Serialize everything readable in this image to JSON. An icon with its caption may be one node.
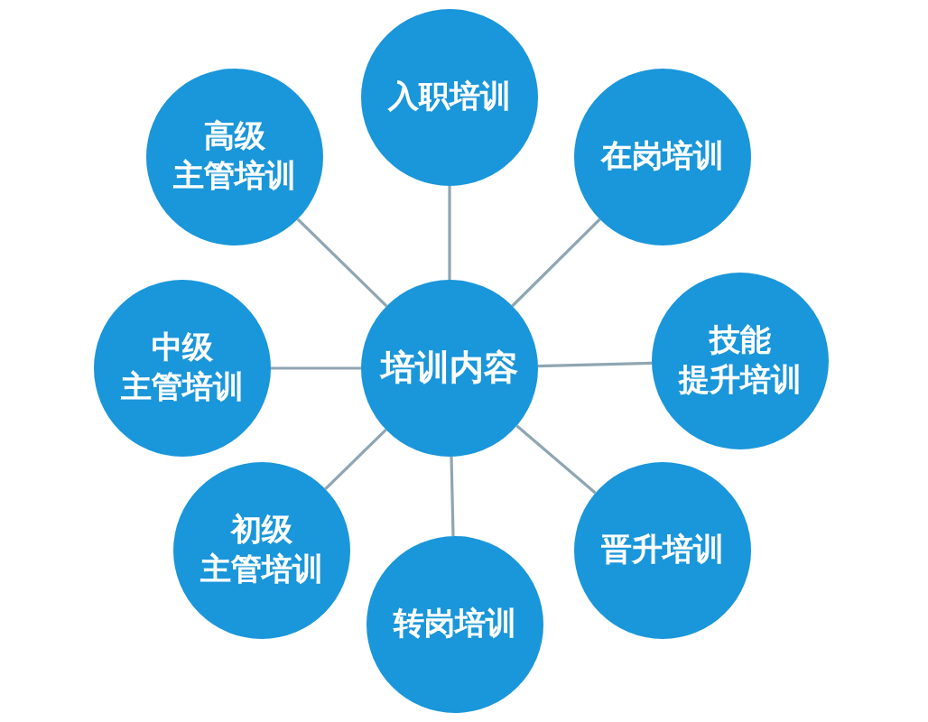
{
  "diagram": {
    "nodes": [
      {
        "text": [
          "培训内容"
        ]
      },
      {
        "text": [
          "入职培训"
        ]
      },
      {
        "text": [
          "在岗培训"
        ]
      },
      {
        "text": [
          "技能提升培训"
        ]
      },
      {
        "text": [
          "晋升培训"
        ]
      },
      {
        "text": [
          "转岗培训"
        ]
      },
      {
        "text": [
          "初级主管培训"
        ]
      },
      {
        "text": [
          "中级主管培训"
        ]
      },
      {
        "text": [
          "高级主管培训"
        ]
      }
    ],
    "edges": [
      {
        "from": 0,
        "to": 1,
        "arrow": "none"
      },
      {
        "from": 0,
        "to": 2,
        "arrow": "none"
      },
      {
        "from": 0,
        "to": 3,
        "arrow": "none"
      },
      {
        "from": 0,
        "to": 4,
        "arrow": "none"
      },
      {
        "from": 0,
        "to": 5,
        "arrow": "none"
      },
      {
        "from": 0,
        "to": 6,
        "arrow": "none"
      },
      {
        "from": 0,
        "to": 7,
        "arrow": "none"
      },
      {
        "from": 0,
        "to": 8,
        "arrow": "none"
      }
    ]
  }
}
